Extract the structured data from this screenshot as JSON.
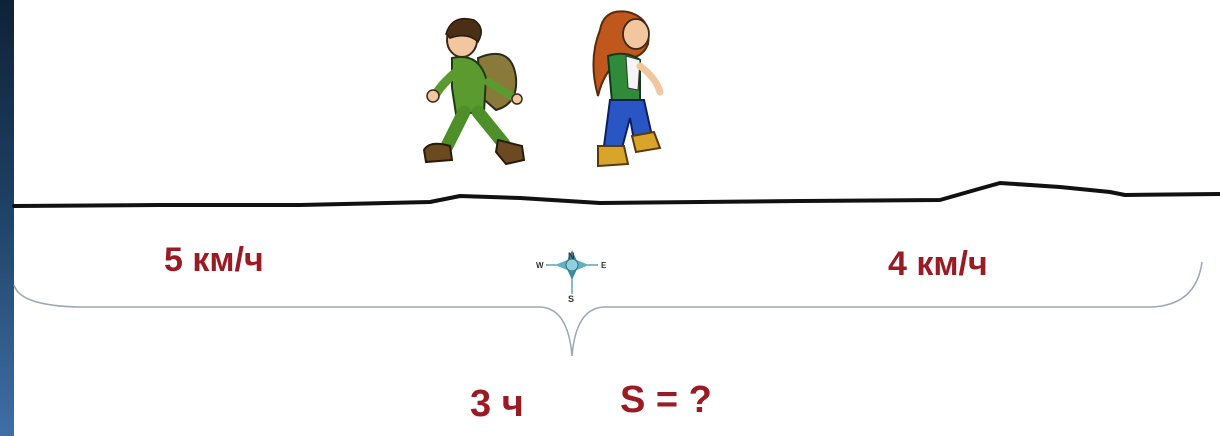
{
  "labels": {
    "speed_left": "5 км/ч",
    "speed_right": "4 км/ч",
    "time": "3 ч",
    "distance": "S = ?"
  },
  "compass": {
    "north": "N",
    "south": "S",
    "east": "E",
    "west": "W"
  },
  "colors": {
    "label": "#9b1b24",
    "road": "#111111",
    "brace": "#9aa7b4",
    "compass": "#3f8fa0"
  }
}
